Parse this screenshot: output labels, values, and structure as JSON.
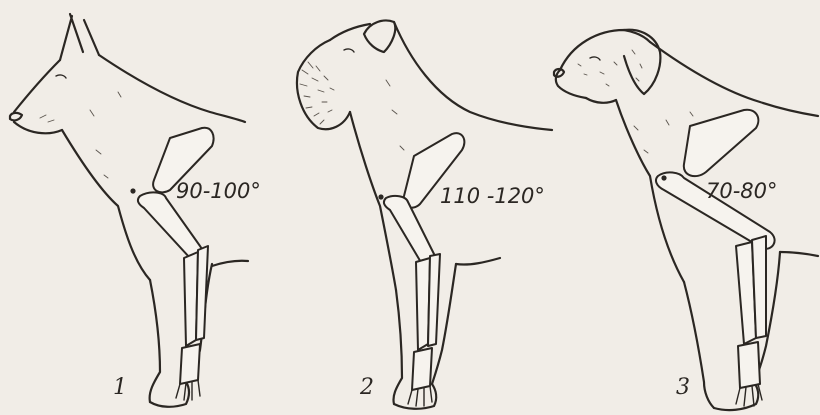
{
  "panels": [
    {
      "number": "1",
      "angle": "90-100°"
    },
    {
      "number": "2",
      "angle": "110 -120°"
    },
    {
      "number": "3",
      "angle": "70-80°"
    }
  ],
  "colors": {
    "paper": "#f1ede7",
    "ink": "#2b2723"
  }
}
